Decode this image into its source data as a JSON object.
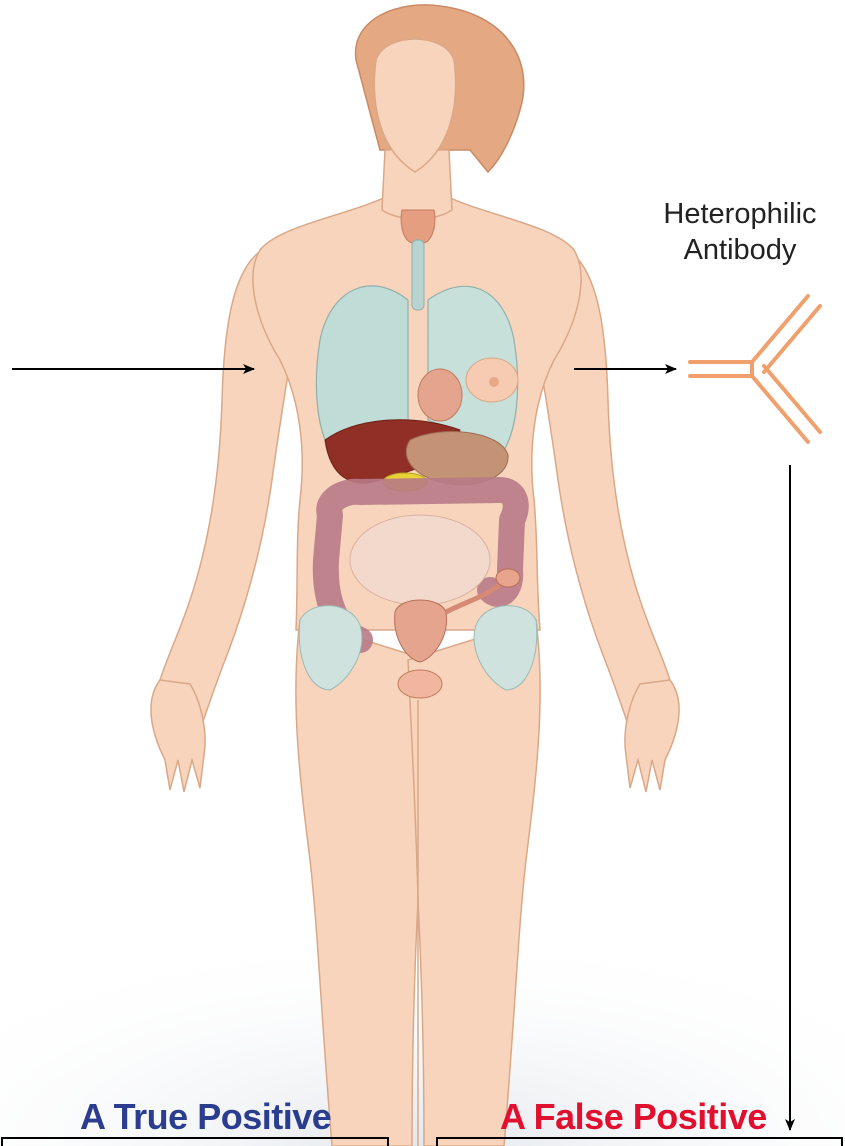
{
  "labels": {
    "heterophilic_antibody": "Heterophilic Antibody",
    "true_positive": "A True Positive",
    "false_positive": "A False Positive"
  },
  "colors": {
    "true_positive": "#2b3d8f",
    "false_positive": "#e0102e",
    "antibody": "#f0a06c",
    "skin": "#f8d4bd",
    "arrow": "#000000"
  },
  "icons": {
    "antibody": "y-shaped-antibody-icon",
    "figure": "female-anatomy-illustration"
  }
}
